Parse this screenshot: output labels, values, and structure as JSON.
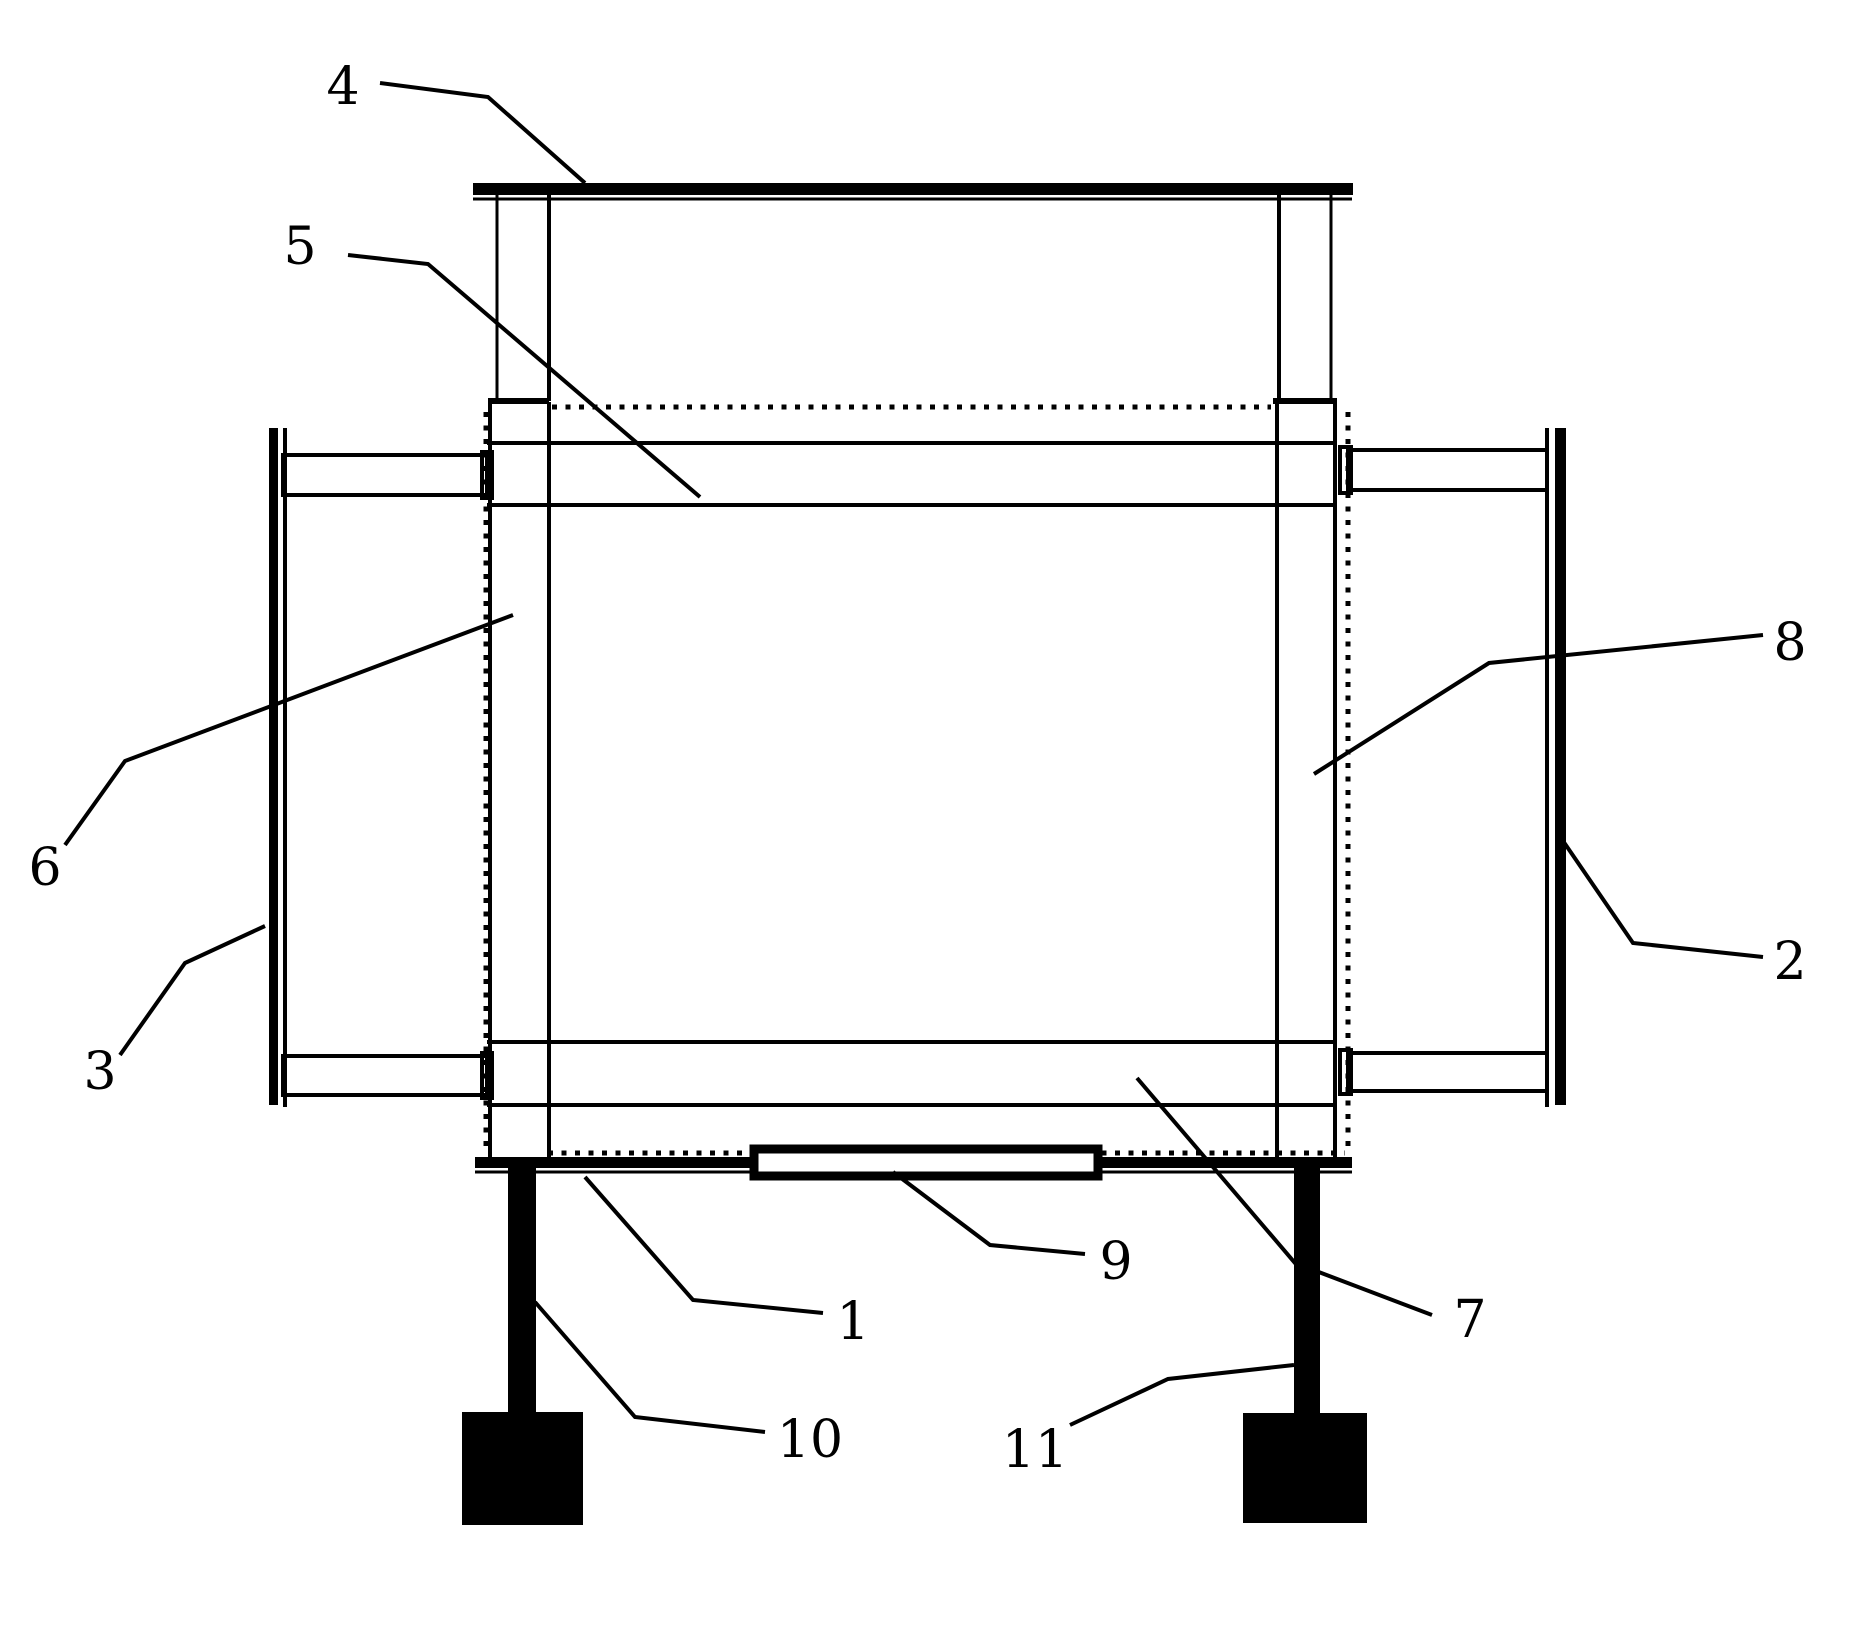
{
  "figure": {
    "kind": "patent-technical-line-drawing",
    "background_color": "#ffffff",
    "line_color": "#000000"
  },
  "callouts": [
    {
      "label": "1"
    },
    {
      "label": "2"
    },
    {
      "label": "3"
    },
    {
      "label": "4"
    },
    {
      "label": "5"
    },
    {
      "label": "6"
    },
    {
      "label": "7"
    },
    {
      "label": "8"
    },
    {
      "label": "9"
    },
    {
      "label": "10"
    },
    {
      "label": "11"
    }
  ]
}
